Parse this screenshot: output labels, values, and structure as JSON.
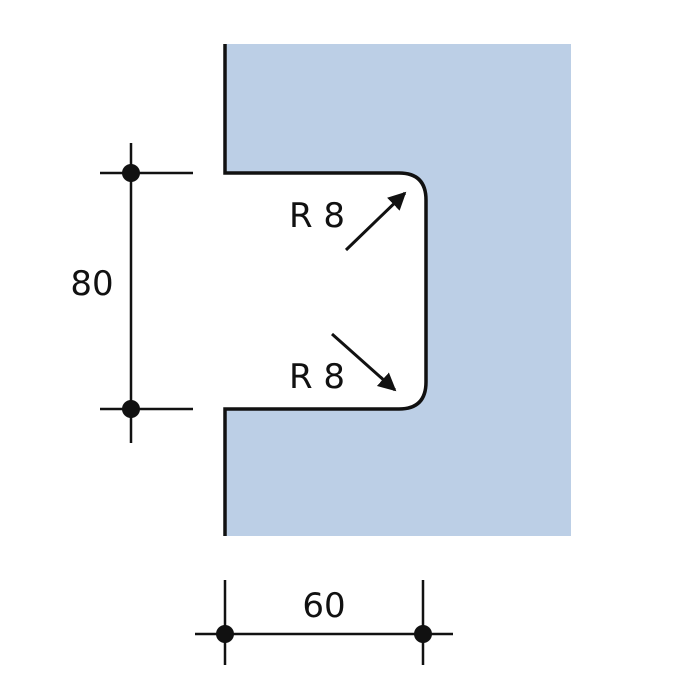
{
  "colors": {
    "panel_fill": "#bccfe6",
    "line": "#111111",
    "background": "#ffffff"
  },
  "dimensions": {
    "height": "80",
    "width": "60",
    "radius_top": "R 8",
    "radius_bottom": "R 8"
  }
}
